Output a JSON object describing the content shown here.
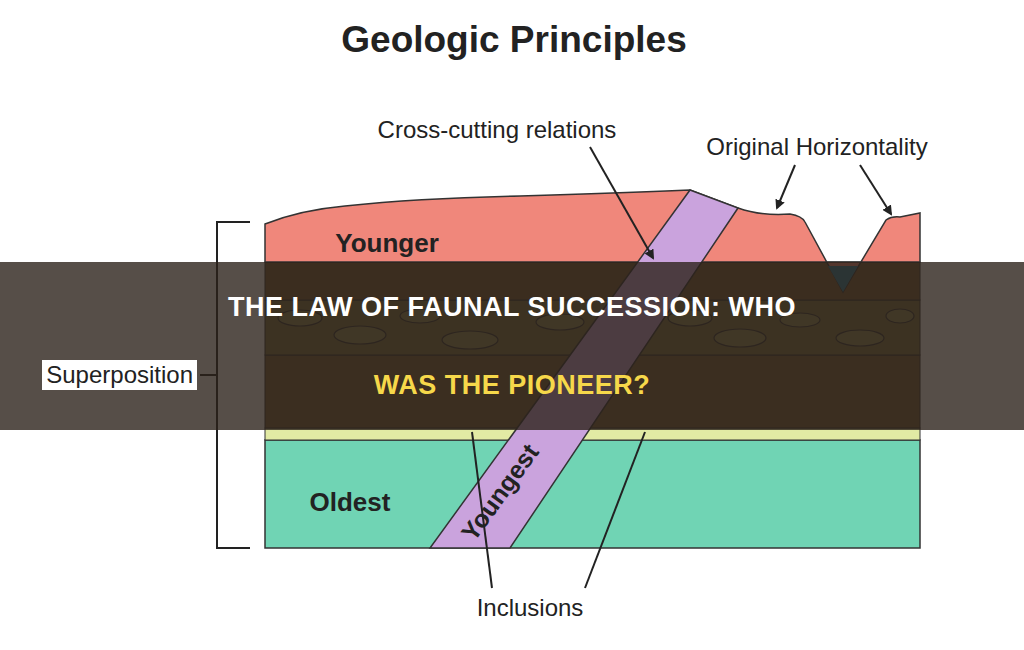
{
  "diagram": {
    "title": "Geologic Principles",
    "nodes": [
      {
        "text": [
          "THE LAW OF FAUNAL SUCCESSION: WHO",
          "WAS THE PIONEER?"
        ]
      }
    ],
    "labels": [
      "Cross-cutting relations",
      "Original Horizontality",
      "Younger",
      "Superposition",
      "Youngest",
      "Oldest",
      "Inclusions"
    ]
  }
}
